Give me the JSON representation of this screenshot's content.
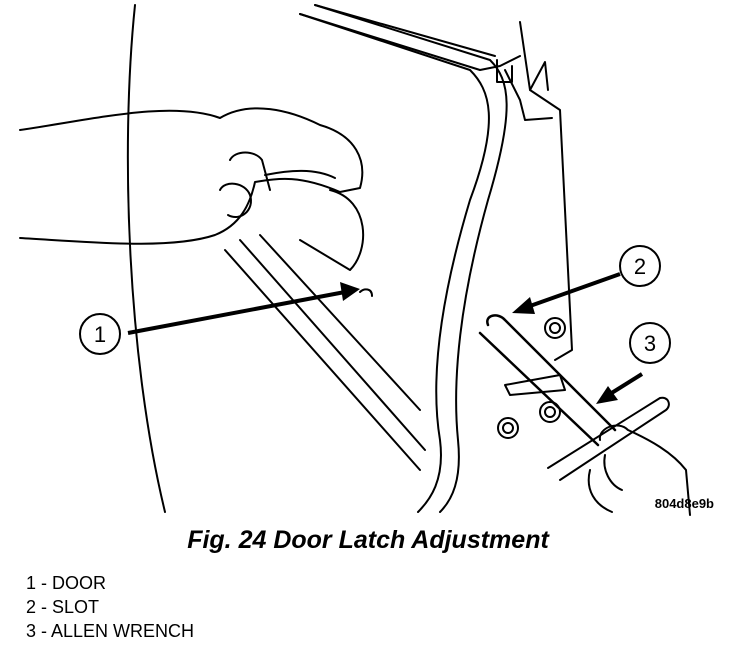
{
  "figure": {
    "caption": "Fig. 24 Door Latch Adjustment",
    "image_code": "804d8e9b",
    "callouts": [
      {
        "number": "1",
        "label": "DOOR"
      },
      {
        "number": "2",
        "label": "SLOT"
      },
      {
        "number": "3",
        "label": "ALLEN WRENCH"
      }
    ],
    "legend": [
      "1 - DOOR",
      "2 - SLOT",
      "3 - ALLEN WRENCH"
    ]
  }
}
